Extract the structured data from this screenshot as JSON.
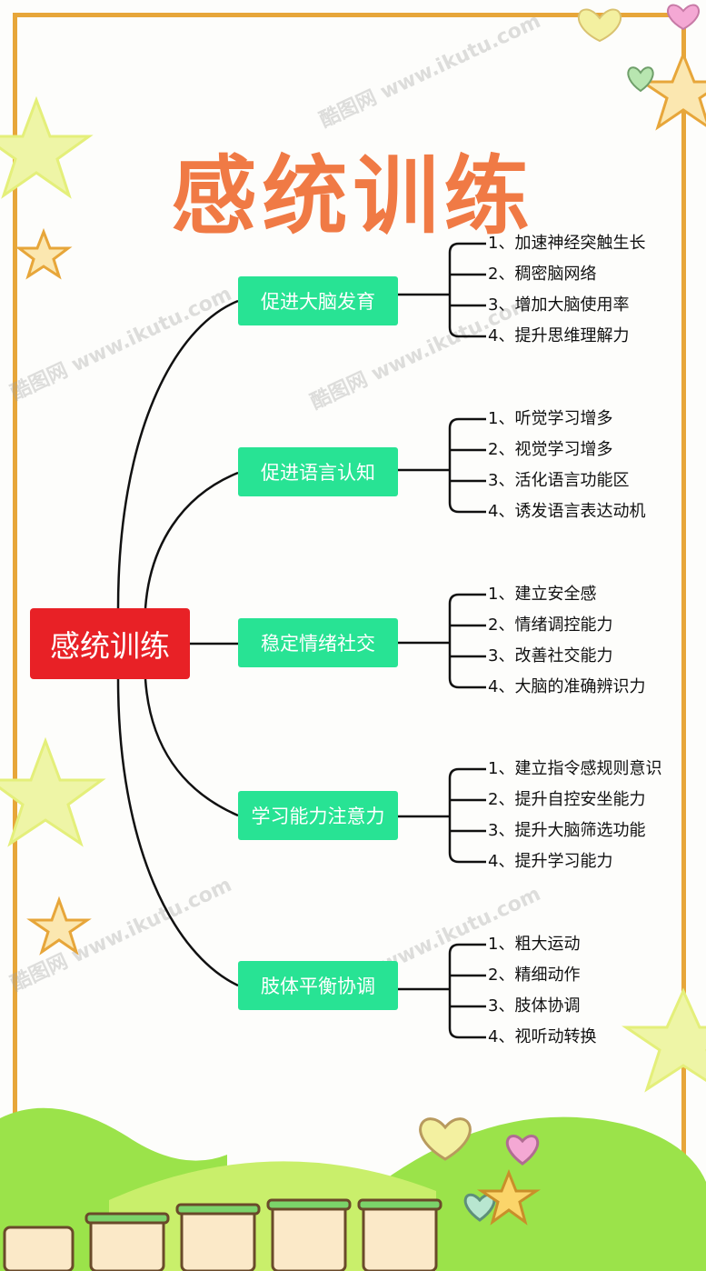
{
  "title": "感统训练",
  "root": "感统训练",
  "branches": [
    {
      "label": "促进大脑发育",
      "items": [
        "1、加速神经突触生长",
        "2、稠密脑网络",
        "3、增加大脑使用率",
        "4、提升思维理解力"
      ]
    },
    {
      "label": "促进语言认知",
      "items": [
        "1、听觉学习增多",
        "2、视觉学习增多",
        "3、活化语言功能区",
        "4、诱发语言表达动机"
      ]
    },
    {
      "label": "稳定情绪社交",
      "items": [
        "1、建立安全感",
        "2、情绪调控能力",
        "3、改善社交能力",
        "4、大脑的准确辨识力"
      ]
    },
    {
      "label": "学习能力注意力",
      "items": [
        "1、建立指令感规则意识",
        "2、提升自控安坐能力",
        "3、提升大脑筛选功能",
        "4、提升学习能力"
      ]
    },
    {
      "label": "肢体平衡协调",
      "items": [
        "1、粗大运动",
        "2、精细动作",
        "3、肢体协调",
        "4、视听动转换"
      ]
    }
  ],
  "watermark": "酷图网 www.ikutu.com",
  "colors": {
    "title": "#f07a45",
    "root": "#e82126",
    "branch": "#28e394",
    "frame": "#e7a63a"
  }
}
